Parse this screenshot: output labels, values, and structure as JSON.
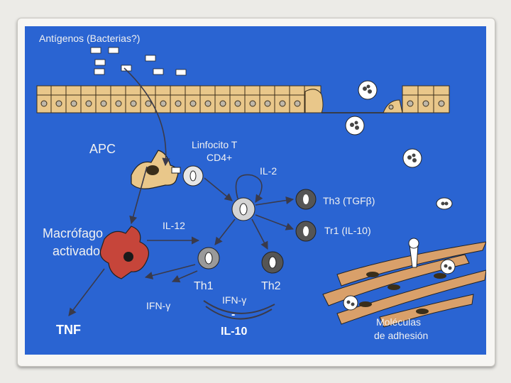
{
  "labels": {
    "antigens": "Antígenos (Bacterias?)",
    "apc": "APC",
    "lymphocyte_line1": "Linfocito T",
    "lymphocyte_line2": "CD4+",
    "il2": "IL-2",
    "th3": "Th3 (TGFβ)",
    "tr1": "Tr1 (IL-10)",
    "macrophage_line1": "Macrófago",
    "macrophage_line2": "activado",
    "il12": "IL-12",
    "th1": "Th1",
    "th2": "Th2",
    "ifn_left": "IFN-γ",
    "ifn_right": "IFN-γ",
    "minus": "-",
    "il10": "IL-10",
    "tnf": "TNF",
    "adhesion_line1": "Moléculas",
    "adhesion_line2": "de adhesión"
  },
  "colors": {
    "background": "#2a64d2",
    "text": "#f1f1f1",
    "arrow": "#3a3a4a",
    "epithelium": "#e9c78a",
    "macrophage": "#c6453a",
    "apc": "#e9c78a",
    "muscle": "#d9a06a"
  }
}
